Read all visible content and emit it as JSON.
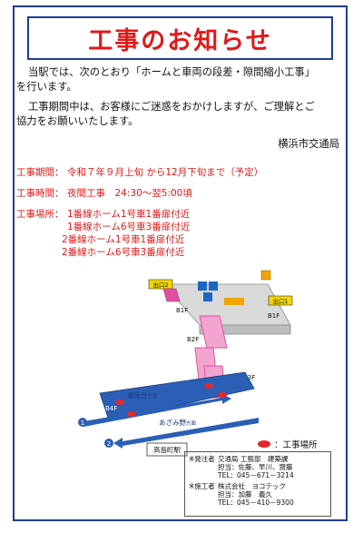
{
  "title": "工事のお知らせ",
  "intro": {
    "p1": "当駅では、次のとおり「ホームと車両の段差・隙間縮小工事」を行います。",
    "p2": "工事期間中は、お客様にご迷惑をおかけしますが、ご理解とご協力をお願いいたします。",
    "issuer": "横浜市交通局"
  },
  "details": {
    "period_label": "工事期間：",
    "period_value": "令和７年９月上旬 から12月下旬まで（予定）",
    "time_label": "工事時間：",
    "time_value": "夜間工事　24:30～翌5:00頃",
    "place_label": "工事場所：",
    "places": [
      "1番線ホーム1号車1番扉付近",
      "1番線ホーム6号車3番扉付近",
      "2番線ホーム1号車1番扉付近",
      "2番線ホーム6号車3番扉付近"
    ]
  },
  "map": {
    "exit2": "出口2",
    "exit1": "出口1",
    "b1f_left": "B1F",
    "b1f_right": "B1F",
    "b2f": "B2F",
    "b3f": "B3F",
    "b4f": "B4F",
    "dir_upper": "湘南台",
    "dir_upper_suffix": "方面",
    "dir_lower": "あざみ野",
    "dir_lower_suffix": "方面",
    "track1": "1",
    "track2": "2",
    "station": "高島町駅",
    "legend": "：工事場所"
  },
  "contacts": {
    "orderer_mark": "※発注者",
    "orderer_lines": [
      "交通局 工務部　建築課",
      "担当：佐藤、早川、齋藤",
      "TEL：045－671－3214"
    ],
    "contractor_mark": "※施工者",
    "contractor_lines": [
      "株式会社　ヨコテック",
      "担当：加藤　義久",
      "TEL：045－410－9300"
    ]
  },
  "colors": {
    "accent_red": "#e01919",
    "frame_blue": "#1f3d8f",
    "platform_blue": "#2b5fb6",
    "stair_pink": "#e04fa0",
    "marker_red": "#e8272b"
  }
}
